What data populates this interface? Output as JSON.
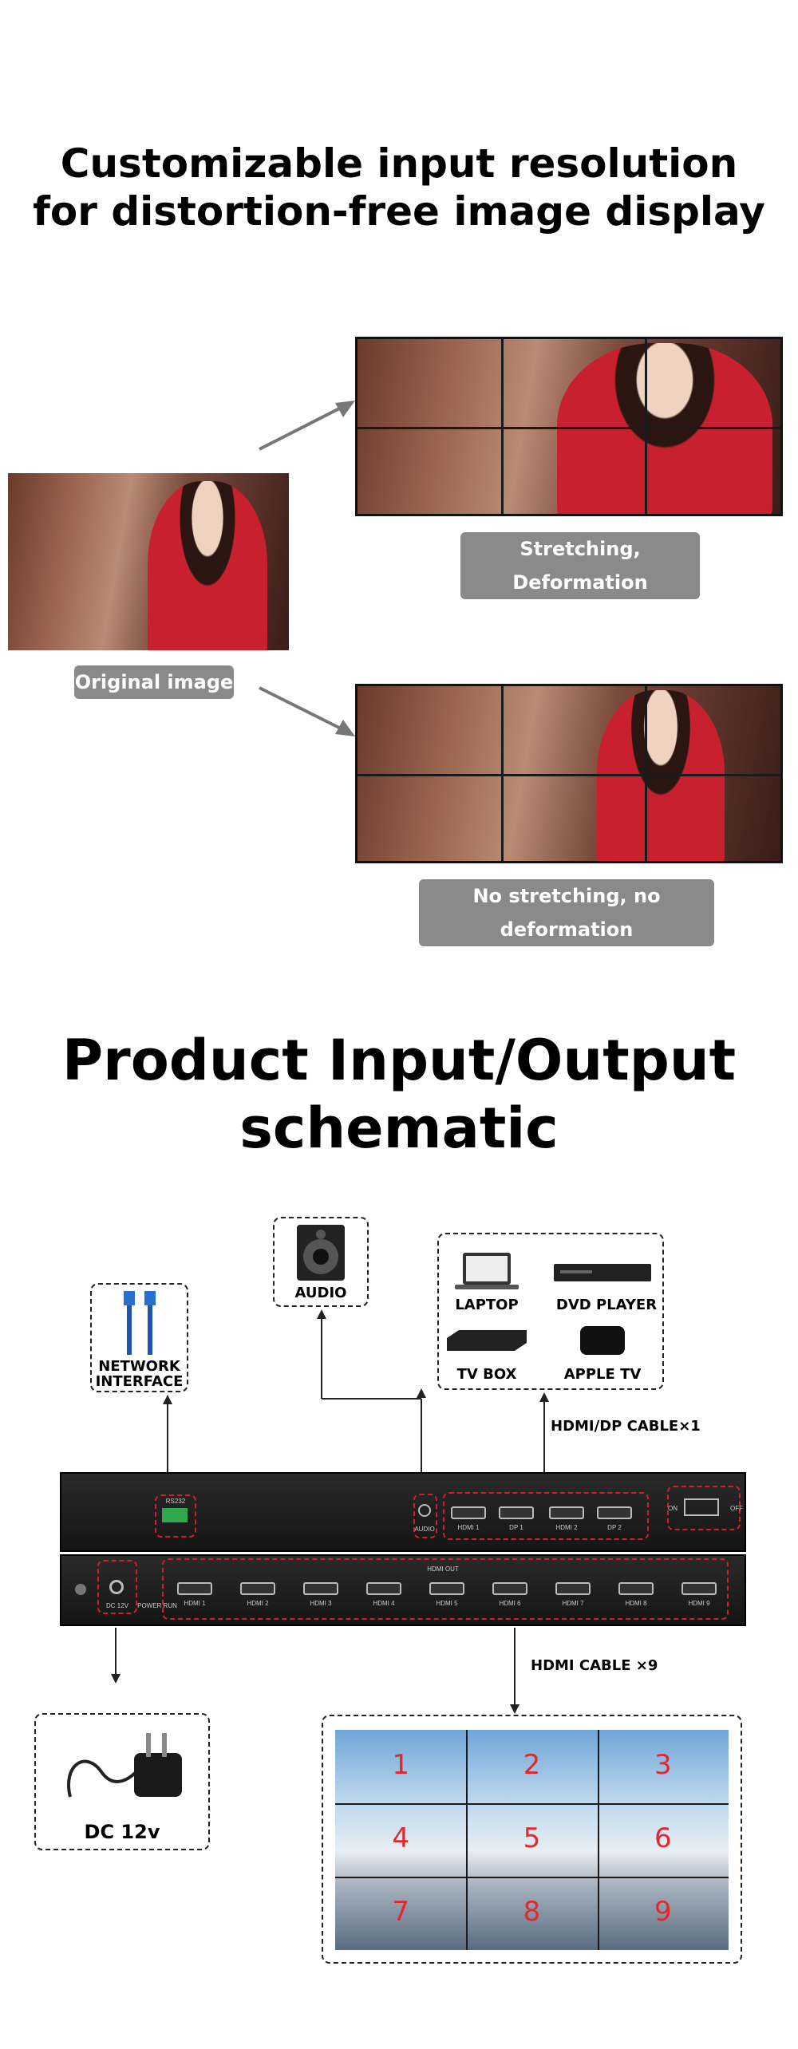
{
  "section1": {
    "title_line1": "Customizable input resolution",
    "title_line2": "for distortion-free image display",
    "label_original": "Original image",
    "label_stretch": "Stretching, Deformation",
    "label_nostretch": "No stretching, no deformation"
  },
  "section2": {
    "title_line1": "Product Input/Output",
    "title_line2": "schematic",
    "network_line1": "NETWORK",
    "network_line2": "INTERFACE",
    "audio": "AUDIO",
    "laptop": "LAPTOP",
    "dvd": "DVD PLAYER",
    "tvbox": "TV  BOX",
    "appletv": "APPLE TV",
    "hdmi_dp_cable": "HDMI/DP CABLE×1",
    "hdmi_cable": "HDMI CABLE ×9",
    "dc12v": "DC 12v",
    "rs232": "RS232",
    "audio_port": "AUDIO",
    "hdmi_out": "HDMI OUT",
    "dc_port": "DC 12V",
    "power_run": "POWER RUN",
    "on": "ON",
    "off": "OFF",
    "inputs": [
      "HDMI 1",
      "DP 1",
      "HDMI 2",
      "DP 2"
    ],
    "outputs": [
      "HDMI 1",
      "HDMI 2",
      "HDMI 3",
      "HDMI 4",
      "HDMI 5",
      "HDMI 6",
      "HDMI 7",
      "HDMI 8",
      "HDMI 9"
    ],
    "tiles": [
      "1",
      "2",
      "3",
      "4",
      "5",
      "6",
      "7",
      "8",
      "9"
    ]
  }
}
